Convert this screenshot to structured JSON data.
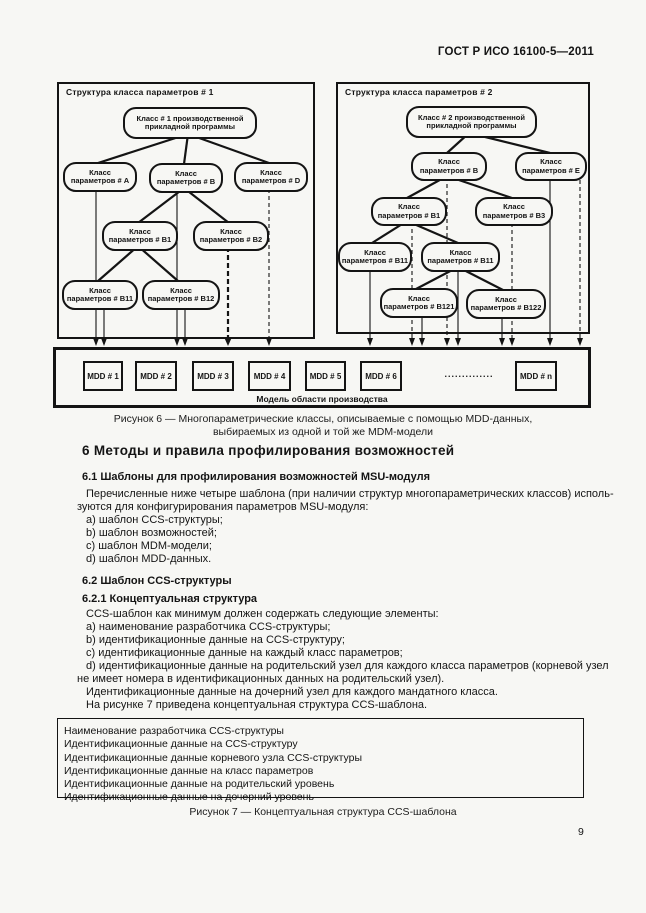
{
  "colors": {
    "page_bg": "#f7f7f4",
    "ink": "#141414"
  },
  "page": {
    "header": "ГОСТ Р ИСО 16100-5—2011",
    "page_number": "9"
  },
  "figure6": {
    "caption_line1": "Рисунок 6 — Многопараметрические классы, описываемые с помощью MDD-данных,",
    "caption_line2": "выбираемых из одной и той же MDM-модели",
    "diagram1": {
      "title": "Структура класса параметров # 1",
      "nodes": {
        "root": {
          "l1": "Класс # 1 производственной",
          "l2": "прикладной программы"
        },
        "a": {
          "l1": "Класс",
          "l2": "параметров # A"
        },
        "b": {
          "l1": "Класс",
          "l2": "параметров # B"
        },
        "d": {
          "l1": "Класс",
          "l2": "параметров # D"
        },
        "b1": {
          "l1": "Класс",
          "l2": "параметров # B1"
        },
        "b2": {
          "l1": "Класс",
          "l2": "параметров # B2"
        },
        "b11": {
          "l1": "Класс",
          "l2": "параметров # B11"
        },
        "b12": {
          "l1": "Класс",
          "l2": "параметров # B12"
        }
      }
    },
    "diagram2": {
      "title": "Структура класса параметров # 2",
      "nodes": {
        "root": {
          "l1": "Класс # 2 производственной",
          "l2": "прикладной программы"
        },
        "b": {
          "l1": "Класс",
          "l2": "параметров # B"
        },
        "e": {
          "l1": "Класс",
          "l2": "параметров # E"
        },
        "b1": {
          "l1": "Класс",
          "l2": "параметров # B1"
        },
        "b3": {
          "l1": "Класс",
          "l2": "параметров # B3"
        },
        "b11a": {
          "l1": "Класс",
          "l2": "параметров # B11"
        },
        "b11b": {
          "l1": "Класс",
          "l2": "параметров # B11"
        },
        "b121": {
          "l1": "Класс",
          "l2": "параметров # B121"
        },
        "b122": {
          "l1": "Класс",
          "l2": "параметров # B122"
        }
      }
    },
    "mdd": {
      "items": [
        {
          "label": "MDD # 1"
        },
        {
          "label": "MDD # 2"
        },
        {
          "label": "MDD # 3"
        },
        {
          "label": "MDD # 4"
        },
        {
          "label": "MDD # 5"
        },
        {
          "label": "MDD # 6"
        },
        {
          "label": ".............."
        },
        {
          "label": "MDD # n"
        }
      ],
      "label": "Модель области производства"
    }
  },
  "section": {
    "blocks": [
      {
        "cls": "h1",
        "text": "6 Методы и правила профилирования возможностей"
      },
      {
        "cls": "h2",
        "text": "6.1 Шаблоны для профилирования возможностей MSU-модуля"
      },
      {
        "cls": "ln ind",
        "text": "Перечисленные ниже четыре шаблона (при наличии структур многопараметрических классов) исполь-"
      },
      {
        "cls": "ln",
        "text": "зуются для конфигурирования параметров MSU-модуля:"
      },
      {
        "cls": "ln ind",
        "text": "a) шаблон CCS-структуры;"
      },
      {
        "cls": "ln ind",
        "text": "b) шаблон возможностей;"
      },
      {
        "cls": "ln ind",
        "text": "c) шаблон MDM-модели;"
      },
      {
        "cls": "ln ind",
        "text": "d) шаблон MDD-данных."
      },
      {
        "cls": "h2",
        "text": "6.2 Шаблон CCS-структуры"
      },
      {
        "cls": "h2 tight",
        "text": "6.2.1 Концептуальная структура"
      },
      {
        "cls": "ln ind",
        "text": "CCS-шаблон как минимум должен содержать следующие элементы:"
      },
      {
        "cls": "ln ind",
        "text": "a) наименование разработчика CCS-структуры;"
      },
      {
        "cls": "ln ind",
        "text": "b) идентификационные данные на CCS-структуру;"
      },
      {
        "cls": "ln ind",
        "text": "c) идентификационные данные на каждый класс параметров;"
      },
      {
        "cls": "ln ind",
        "text": "d) идентификационные данные на родительский узел для каждого класса параметров (корневой узел"
      },
      {
        "cls": "ln",
        "text": "не имеет номера в идентификационных данных на родительский узел)."
      },
      {
        "cls": "ln ind",
        "text": "Идентификационные данные на дочерний узел для каждого мандатного класса."
      },
      {
        "cls": "ln ind",
        "text": "На рисунке 7 приведена концептуальная структура CCS-шаблона."
      }
    ]
  },
  "figure7": {
    "box_lines": [
      "Наименование разработчика CCS-структуры",
      "Идентификационные данные на CCS-структуру",
      "Идентификационные данные корневого узла CCS-структуры",
      "Идентификационные данные на класс параметров",
      "Идентификационные данные на родительский уровень",
      "Идентификационные данные на дочерний уровень"
    ],
    "caption": "Рисунок 7 — Концептуальная структура CCS-шаблона"
  }
}
